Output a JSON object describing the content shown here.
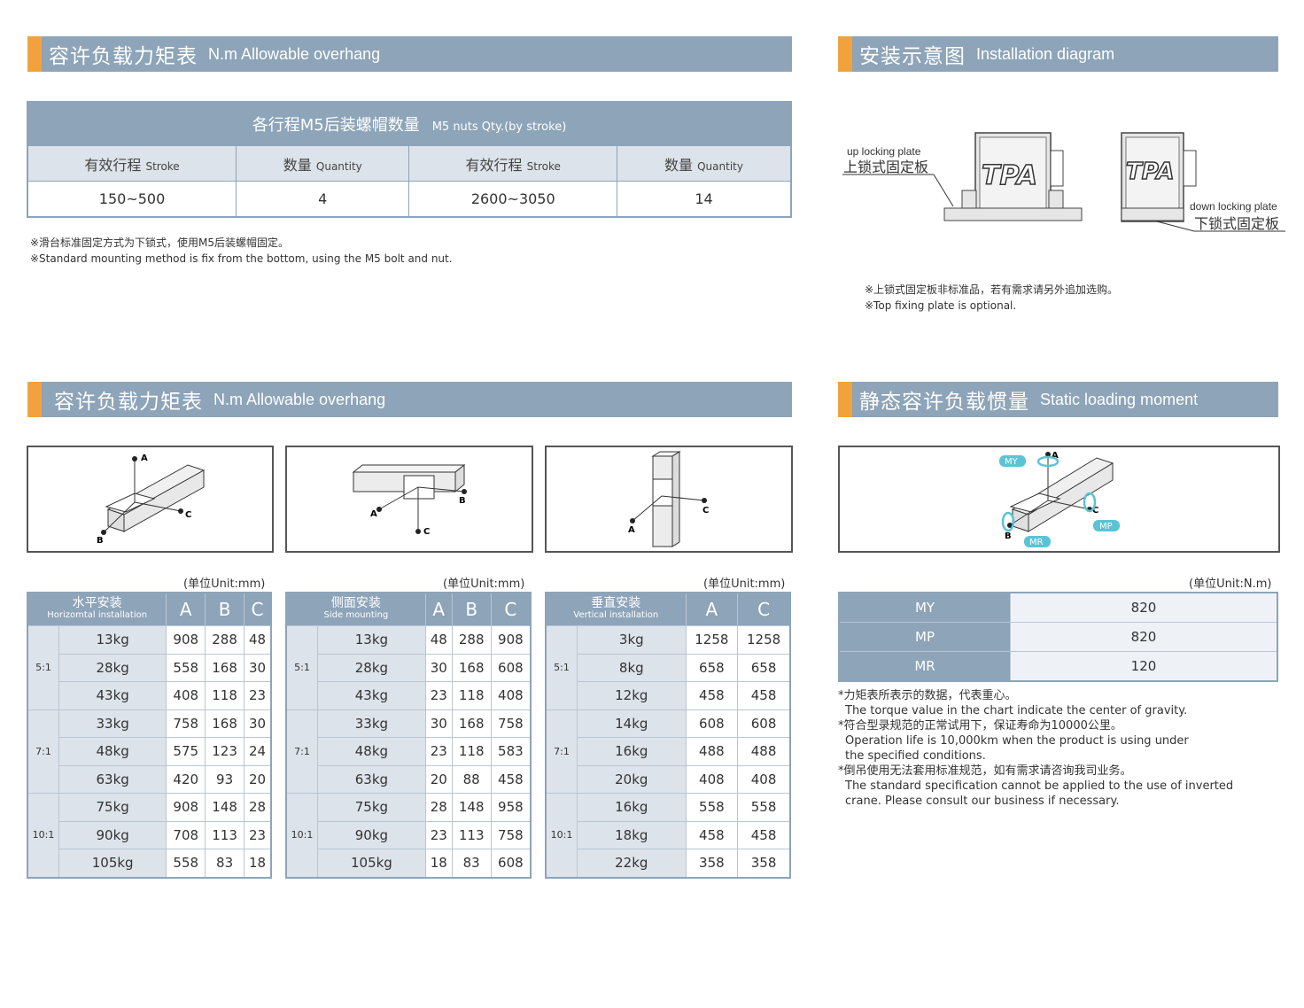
{
  "sections": {
    "s1": {
      "zh": "容许负载力矩表",
      "en": "N.m   Allowable  overhang"
    },
    "s2": {
      "zh": "安装示意图",
      "en": "Installation diagram"
    },
    "s3": {
      "zh": "容许负载力矩表",
      "en": "N.m   Allowable  overhang"
    },
    "s4": {
      "zh": "静态容许负载惯量",
      "en": "Static loading moment"
    }
  },
  "nuts_table": {
    "caption_zh": "各行程M5后装螺帽数量",
    "caption_en": "M5 nuts Qty.(by stroke)",
    "headers": [
      {
        "zh": "有效行程",
        "en": "Stroke"
      },
      {
        "zh": "数量",
        "en": "Quantity"
      },
      {
        "zh": "有效行程",
        "en": "Stroke"
      },
      {
        "zh": "数量",
        "en": "Quantity"
      }
    ],
    "row": [
      "150~500",
      "4",
      "2600~3050",
      "14"
    ]
  },
  "note1": {
    "zh": "※滑台标准固定方式为下锁式，使用M5后装螺帽固定。",
    "en": "※Standard mounting method is fix from the bottom, using the M5 bolt and nut."
  },
  "install": {
    "up_en": "up locking plate",
    "up_zh": "上锁式固定板",
    "down_en": "down locking plate",
    "down_zh": "下锁式固定板",
    "logo": "TPA",
    "note_zh": "※上锁式固定板非标准品，若有需求请另外追加选购。",
    "note_en": "※Top fixing plate is optional."
  },
  "axis_labels": {
    "A": "A",
    "B": "B",
    "C": "C"
  },
  "moment_labels": {
    "MY": "MY",
    "MP": "MP",
    "MR": "MR"
  },
  "unit_mm": "(单位Unit:mm)",
  "unit_nm": "(单位Unit:N.m)",
  "horizontal": {
    "label_zh": "水平安装",
    "label_en": "Horizomtal installation",
    "cols": [
      "A",
      "B",
      "C"
    ],
    "groups": [
      {
        "ratio": "5:1",
        "rows": [
          [
            "13kg",
            "908",
            "288",
            "48"
          ],
          [
            "28kg",
            "558",
            "168",
            "30"
          ],
          [
            "43kg",
            "408",
            "118",
            "23"
          ]
        ]
      },
      {
        "ratio": "7:1",
        "rows": [
          [
            "33kg",
            "758",
            "168",
            "30"
          ],
          [
            "48kg",
            "575",
            "123",
            "24"
          ],
          [
            "63kg",
            "420",
            "93",
            "20"
          ]
        ]
      },
      {
        "ratio": "10:1",
        "rows": [
          [
            "75kg",
            "908",
            "148",
            "28"
          ],
          [
            "90kg",
            "708",
            "113",
            "23"
          ],
          [
            "105kg",
            "558",
            "83",
            "18"
          ]
        ]
      }
    ]
  },
  "side": {
    "label_zh": "侧面安装",
    "label_en": "Side mounting",
    "cols": [
      "A",
      "B",
      "C"
    ],
    "groups": [
      {
        "ratio": "5:1",
        "rows": [
          [
            "13kg",
            "48",
            "288",
            "908"
          ],
          [
            "28kg",
            "30",
            "168",
            "608"
          ],
          [
            "43kg",
            "23",
            "118",
            "408"
          ]
        ]
      },
      {
        "ratio": "7:1",
        "rows": [
          [
            "33kg",
            "30",
            "168",
            "758"
          ],
          [
            "48kg",
            "23",
            "118",
            "583"
          ],
          [
            "63kg",
            "20",
            "88",
            "458"
          ]
        ]
      },
      {
        "ratio": "10:1",
        "rows": [
          [
            "75kg",
            "28",
            "148",
            "958"
          ],
          [
            "90kg",
            "23",
            "113",
            "758"
          ],
          [
            "105kg",
            "18",
            "83",
            "608"
          ]
        ]
      }
    ]
  },
  "vertical": {
    "label_zh": "垂直安装",
    "label_en": "Vertical installation",
    "cols": [
      "A",
      "C"
    ],
    "groups": [
      {
        "ratio": "5:1",
        "rows": [
          [
            "3kg",
            "1258",
            "1258"
          ],
          [
            "8kg",
            "658",
            "658"
          ],
          [
            "12kg",
            "458",
            "458"
          ]
        ]
      },
      {
        "ratio": "7:1",
        "rows": [
          [
            "14kg",
            "608",
            "608"
          ],
          [
            "16kg",
            "488",
            "488"
          ],
          [
            "20kg",
            "408",
            "408"
          ]
        ]
      },
      {
        "ratio": "10:1",
        "rows": [
          [
            "16kg",
            "558",
            "558"
          ],
          [
            "18kg",
            "458",
            "458"
          ],
          [
            "22kg",
            "358",
            "358"
          ]
        ]
      }
    ]
  },
  "static_moment": [
    {
      "k": "MY",
      "v": "820"
    },
    {
      "k": "MP",
      "v": "820"
    },
    {
      "k": "MR",
      "v": "120"
    }
  ],
  "notes_bottom": [
    {
      "zh": "*力矩表所表示的数据，代表重心。",
      "en": "The torque value in the chart indicate the center of gravity."
    },
    {
      "zh": "*符合型录规范的正常试用下，保证寿命为10000公里。",
      "en": "Operation life is 10,000km when the product is using under the specified conditions."
    },
    {
      "zh": "*倒吊使用无法套用标准规范，如有需求请咨询我司业务。",
      "en": "The standard specification cannot be applied to the use of inverted crane. Please consult our business if necessary."
    }
  ],
  "colors": {
    "header": "#8da4b9",
    "accent": "#f2a23c",
    "cell": "#dde3ea",
    "teal": "#5bc3d6"
  }
}
